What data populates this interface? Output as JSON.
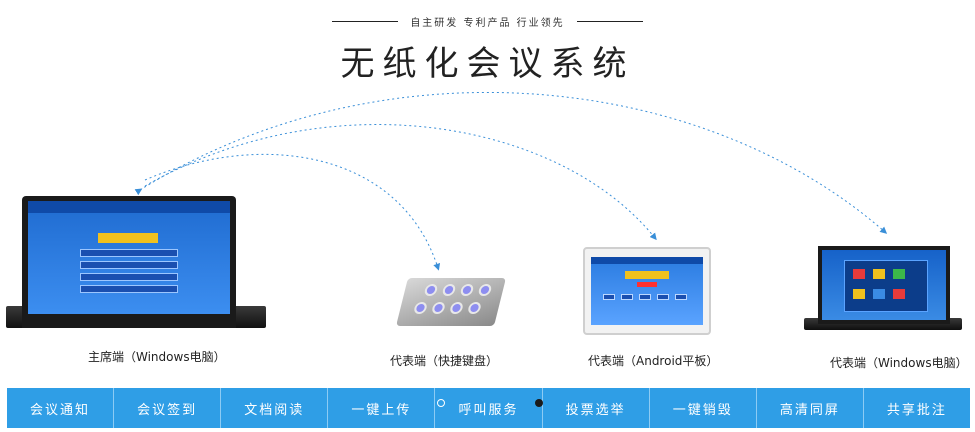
{
  "header": {
    "tagline": "自主研发 专利产品 行业领先",
    "headline": "无纸化会议系统"
  },
  "devices": [
    {
      "caption": "主席端（Windows电脑）"
    },
    {
      "caption": "代表端（快捷键盘）"
    },
    {
      "caption": "代表端（Android平板）"
    },
    {
      "caption": "代表端（Windows电脑）"
    }
  ],
  "features": [
    {
      "label": "会议通知"
    },
    {
      "label": "会议签到"
    },
    {
      "label": "文档阅读"
    },
    {
      "label": "一键上传"
    },
    {
      "label": "呼叫服务"
    },
    {
      "label": "投票选举"
    },
    {
      "label": "一键销毁"
    },
    {
      "label": "高清同屏"
    },
    {
      "label": "共享批注"
    }
  ],
  "carousel": {
    "dot_active_color": "#1a1a1a",
    "dot_inactive_color": "#2f9ee6"
  },
  "colors": {
    "accent": "#2f9ee6",
    "arc": "#3a8fd8"
  }
}
